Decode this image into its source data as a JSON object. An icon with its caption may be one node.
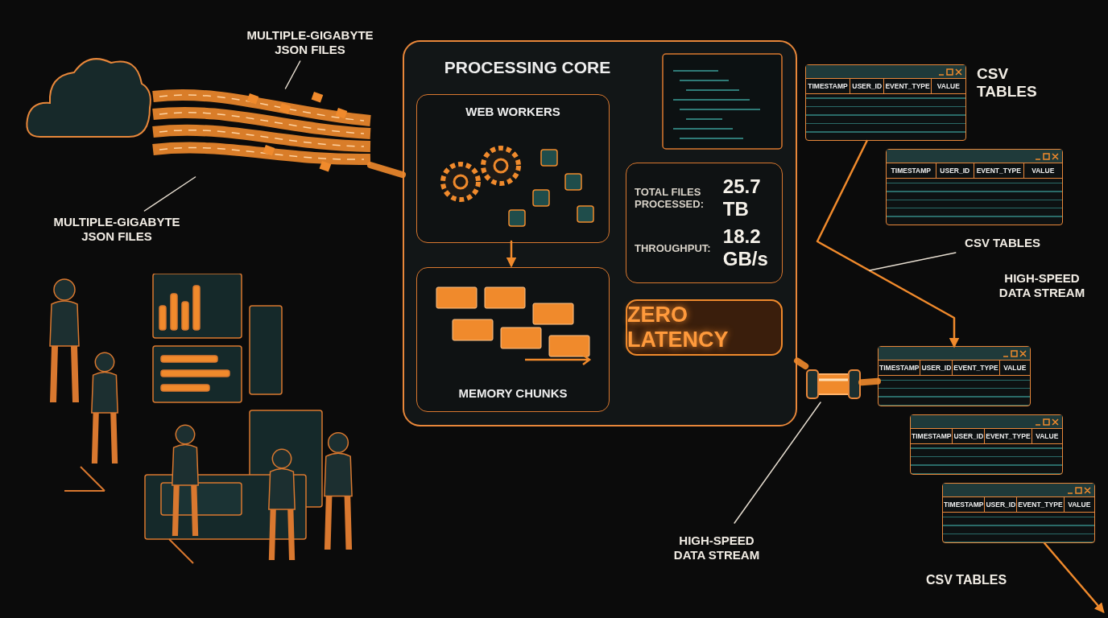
{
  "diagram": {
    "nodes": [
      {
        "text": [],
        "shape": "cloud"
      },
      {
        "text": [
          "MULTIPLE-GIGABYTE JSON FILES"
        ]
      },
      {
        "text": [
          "MULTIPLE-GIGABYTE JSON FILES"
        ]
      },
      {
        "text": [],
        "shape": "picture"
      },
      {
        "text": [
          "PROCESSING CORE"
        ]
      },
      {
        "text": [
          "WEB WORKERS"
        ],
        "in": 4
      },
      {
        "text": [
          "MEMORY CHUNKS"
        ],
        "in": 4
      },
      {
        "text": [
          "TOTAL FILES PROCESSED:",
          "25.7 TB",
          "THROUGHPUT:",
          "18.2 GB/s"
        ],
        "in": 4
      },
      {
        "text": [
          "ZERO LATENCY"
        ],
        "in": 4
      },
      {
        "text": [
          "TIMESTAMP",
          "USER_ID",
          "EVENT_TYPE",
          "VALUE"
        ],
        "beside": [
          "CSV TABLES"
        ]
      },
      {
        "text": [
          "TIMESTAMP",
          "USER_ID",
          "EVENT_TYPE",
          "VALUE"
        ]
      },
      {
        "text": [
          "CSV TABLES"
        ]
      },
      {
        "text": [
          "TIMESTAMP",
          "USER_ID",
          "EVENT_TYPE",
          "VALUE"
        ]
      },
      {
        "text": [
          "TIMESTAMP",
          "USER_ID",
          "EVENT_TYPE",
          "VALUE"
        ]
      },
      {
        "text": [
          "TIMESTAMP",
          "USER_ID",
          "EVENT_TYPE",
          "VALUE"
        ]
      },
      {
        "text": [
          "HIGH-SPEED DATA STREAM"
        ]
      },
      {
        "text": [],
        "shape": "cylinder"
      }
    ],
    "edges": [
      {
        "from": 1,
        "to": 3,
        "arrow": "none",
        "color": "#e6ddd0"
      },
      {
        "from": 2,
        "to": 3,
        "arrow": "none",
        "color": "#e6ddd0"
      },
      {
        "from": 3,
        "to": 4,
        "arrow": "none",
        "style": "thick"
      },
      {
        "from": 5,
        "to": 6,
        "arrow": "to"
      },
      {
        "from": 9,
        "to": 12,
        "arrow": "to",
        "label": "HIGH-SPEED DATA STREAM"
      },
      {
        "from": 4,
        "to": 16,
        "arrow": "none",
        "style": "thick"
      },
      {
        "from": 16,
        "to": 12,
        "arrow": "none",
        "style": "thick"
      },
      {
        "from": 15,
        "to": 16,
        "arrow": "none",
        "color": "#e6ddd0"
      },
      {
        "from": 11,
        "to": null,
        "arrow": "none",
        "color": "#e6ddd0"
      },
      {
        "from": 14,
        "to": null,
        "arrow": "to"
      }
    ],
    "labels": [
      "CSV TABLES"
    ]
  }
}
